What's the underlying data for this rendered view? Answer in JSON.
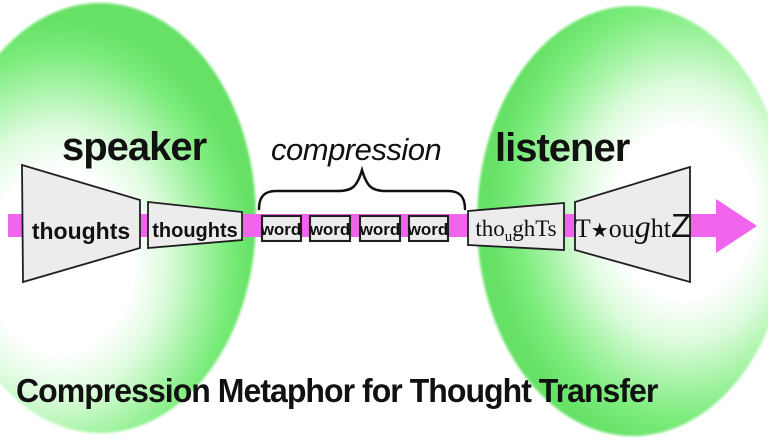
{
  "title": "Compression Metaphor for Thought Transfer",
  "labels": {
    "speaker": "speaker",
    "compression": "compression",
    "listener": "listener"
  },
  "speaker_side": {
    "stage1": "thoughts",
    "stage2": "thoughts"
  },
  "channel": {
    "words": [
      "word",
      "word",
      "word",
      "word"
    ]
  },
  "listener_side": {
    "stage1_parts": {
      "pre": "tho",
      "sub": "u",
      "mid": "gh",
      "tail": "Ts"
    },
    "stage2_parts": {
      "t": "T",
      "star": "★",
      "ou": "ou",
      "g": "g",
      "ht": "ht",
      "z": "Z"
    }
  },
  "colors": {
    "arrow_pink": "#f165ec",
    "halo_green": "#66e166",
    "shape_fill": "#ececec",
    "stroke": "#1f1f1f"
  }
}
